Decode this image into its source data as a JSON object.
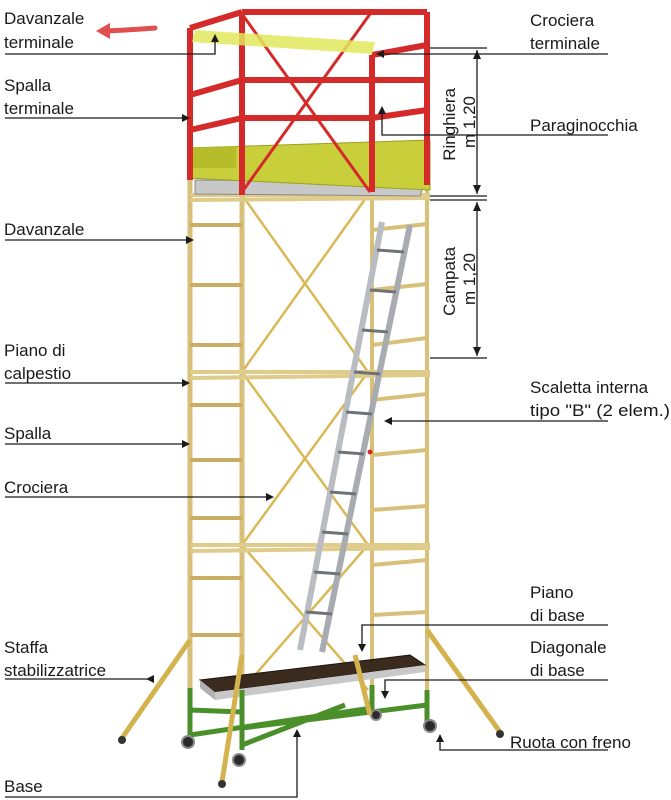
{
  "labels": {
    "davanzale_terminale": [
      "Davanzale",
      "terminale"
    ],
    "spalla_terminale": [
      "Spalla",
      "terminale"
    ],
    "davanzale": [
      "Davanzale"
    ],
    "piano_di_calpestio": [
      "Piano di",
      "calpestio"
    ],
    "spalla": [
      "Spalla"
    ],
    "crociera": [
      "Crociera"
    ],
    "staffa_stabilizzatrice": [
      "Staffa",
      "stabilizzatrice"
    ],
    "base": [
      "Base"
    ],
    "crociera_terminale": [
      "Crociera",
      "terminale"
    ],
    "paraginocchia": [
      "Paraginocchia"
    ],
    "scaletta_interna": [
      "Scaletta interna",
      "tipo \"B\" (2 elem.)"
    ],
    "piano_di_base": [
      "Piano",
      "di base"
    ],
    "diagonale_di_base": [
      "Diagonale",
      "di base"
    ],
    "ruota_con_freno": [
      "Ruota con freno"
    ]
  },
  "dimensions": {
    "ringhiera": [
      "Ringhiera",
      "m 1,20"
    ],
    "campata": [
      "Campata",
      "m 1,20"
    ]
  },
  "colors": {
    "frame": "#d9c07a",
    "frame_dark": "#b89a4e",
    "guardrail": "#d42a2a",
    "toeboard": "#c9cf3a",
    "toeboard_top": "#e0e85c",
    "base": "#4a8f2a",
    "ladder": "#b9bcc0",
    "platform": "#3b2a1e",
    "arrow": "#e05050"
  }
}
